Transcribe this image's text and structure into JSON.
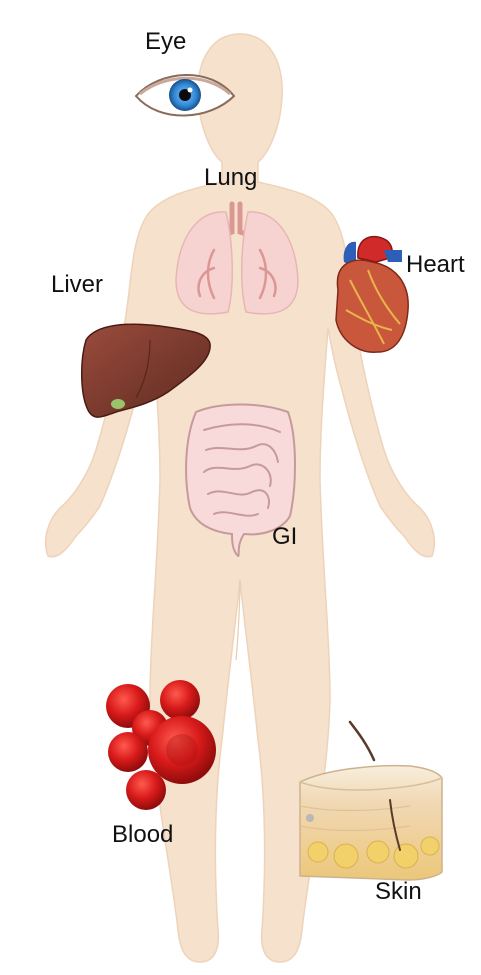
{
  "colors": {
    "body": "#f6e1cc",
    "body_shadow": "#ebcfb4",
    "liver": "#7a3a2e",
    "lung": "#f7c9c9",
    "heart": "#c72b2b",
    "blood": "#d81a1a",
    "skin_top": "#f5ead2",
    "skin_fat": "#f2d06a",
    "gi": "#f6d7d7",
    "eye_iris": "#2e86d4"
  },
  "labels": {
    "eye": "Eye",
    "lung": "Lung",
    "heart": "Heart",
    "liver": "Liver",
    "gi": "GI",
    "blood": "Blood",
    "skin": "Skin"
  },
  "icons": [
    "human-body-silhouette",
    "eye-icon",
    "lungs-icon",
    "heart-icon",
    "liver-icon",
    "intestine-icon",
    "blood-cells-icon",
    "skin-layers-icon"
  ]
}
